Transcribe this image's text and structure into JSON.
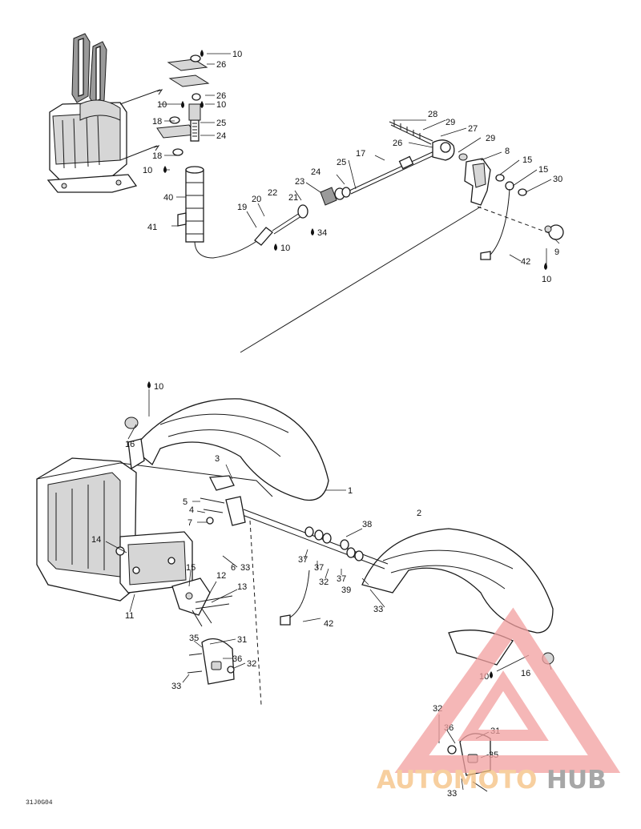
{
  "figure": {
    "reference_code": "31J0G04"
  },
  "watermark": {
    "word_part1": "AUTOMOTO",
    "word_part2": "HUB",
    "color_primary": "#f2a0a0",
    "color_accent": "#f5c080",
    "color_dark": "#8a8a8a"
  },
  "callouts": {
    "c10a": "10",
    "c26a": "26",
    "c26b": "26",
    "c10b": "10",
    "c10c": "10",
    "c18a": "18",
    "c25a": "25",
    "c24a": "24",
    "c18b": "18",
    "c10d": "10",
    "c40": "40",
    "c41": "41",
    "c28": "28",
    "c29a": "29",
    "c27": "27",
    "c29b": "29",
    "c26c": "26",
    "c17": "17",
    "c25b": "25",
    "c24b": "24",
    "c23": "23",
    "c22": "22",
    "c21": "21",
    "c20": "20",
    "c19": "19",
    "c34": "34",
    "c10e": "10",
    "c8": "8",
    "c15a": "15",
    "c15b": "15",
    "c30": "30",
    "c9": "9",
    "c10f": "10",
    "c42a": "42",
    "c10g": "10",
    "c16a": "16",
    "c3": "3",
    "c1": "1",
    "c5": "5",
    "c4": "4",
    "c7": "7",
    "c14": "14",
    "c6": "6",
    "c33a": "33",
    "c15c": "15",
    "c12": "12",
    "c13": "13",
    "c11": "11",
    "c38": "38",
    "c2": "2",
    "c37a": "37",
    "c37b": "37",
    "c32a": "32",
    "c37c": "37",
    "c39": "39",
    "c33b": "33",
    "c42b": "42",
    "c35a": "35",
    "c31a": "31",
    "c36a": "36",
    "c32b": "32",
    "c33c": "33",
    "c10h": "10",
    "c16b": "16",
    "c32c": "32",
    "c36b": "36",
    "c31b": "31",
    "c35b": "35",
    "c33d": "33"
  }
}
